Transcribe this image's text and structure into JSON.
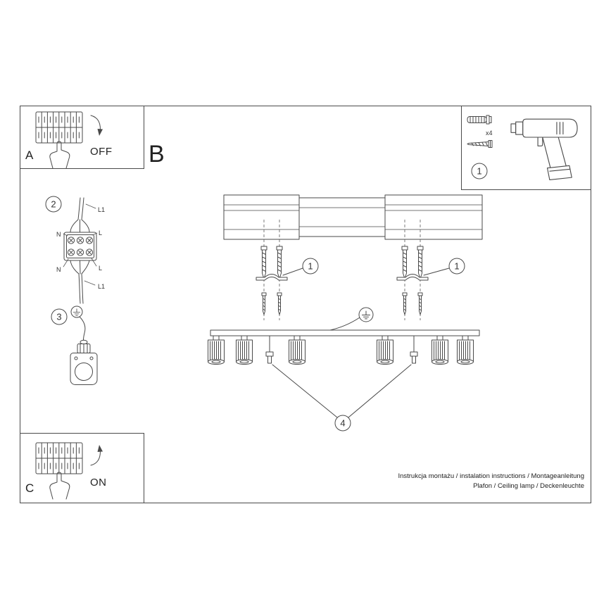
{
  "sections": {
    "a_label": "A",
    "b_label": "B",
    "c_label": "C",
    "off_label": "OFF",
    "on_label": "ON"
  },
  "badges": {
    "step1": "1",
    "step2": "2",
    "step3": "3",
    "step4": "4"
  },
  "hardware_box": {
    "anchor_count": "x4"
  },
  "wiring": {
    "top_l1": "L1",
    "top_n": "N",
    "top_l": "L",
    "bottom_n": "N",
    "bottom_l": "L",
    "bottom_l1": "L1"
  },
  "footer": {
    "line1": "Instrukcja montażu / instalation instructions / Montageanleitung",
    "line2": "Plafon / Ceiling lamp / Deckenleuchte"
  },
  "colors": {
    "ink": "#4a4a4a",
    "paper": "#ffffff"
  }
}
